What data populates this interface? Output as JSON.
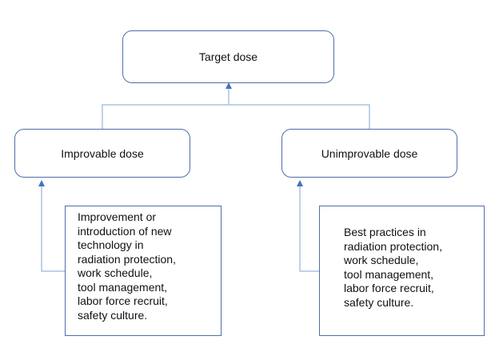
{
  "diagram": {
    "nodes": {
      "target": {
        "label": "Target dose"
      },
      "improvable": {
        "label": "Improvable dose"
      },
      "unimprovable": {
        "label": "Unimprovable dose"
      }
    },
    "notes": {
      "improvable_factors": {
        "lines": [
          "Improvement or",
          "introduction of new",
          "technology in",
          "radiation protection,",
          "work schedule,",
          "tool management,",
          "labor force recruit,",
          "safety culture."
        ]
      },
      "unimprovable_factors": {
        "lines": [
          "Best practices in",
          "radiation protection,",
          "work schedule,",
          "tool management,",
          "labor force recruit,",
          "safety culture."
        ]
      }
    },
    "colors": {
      "box_border": "#4f6fa8",
      "connector": "#a9c4e4",
      "arrowhead": "#4472c4",
      "text": "#111111",
      "background": "#ffffff"
    }
  }
}
